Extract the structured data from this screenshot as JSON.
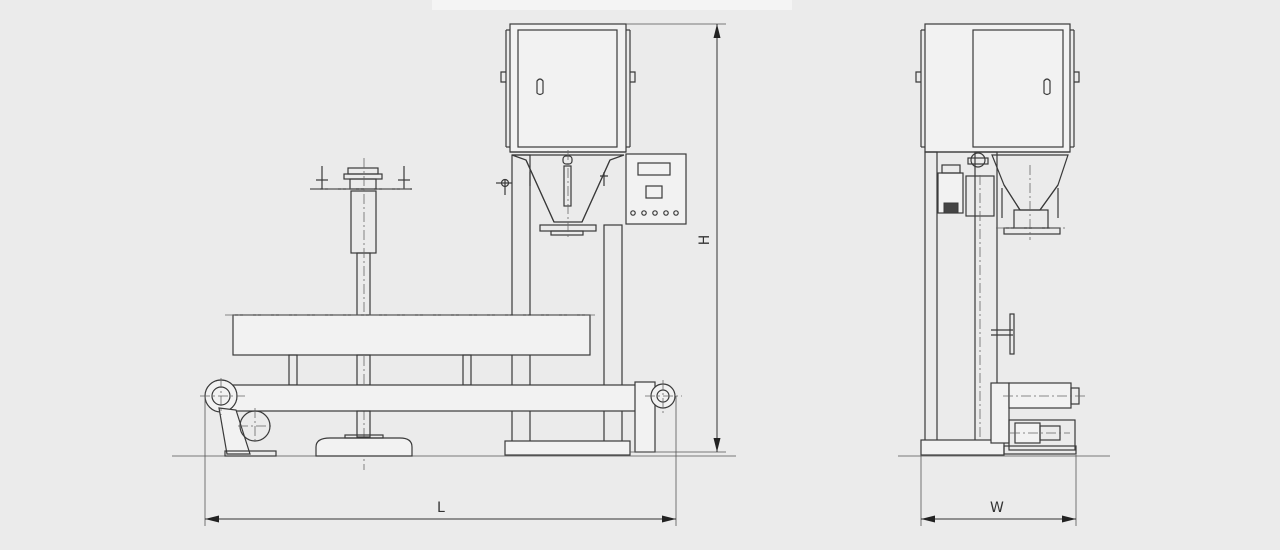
{
  "dimensions": {
    "length_label": "L",
    "height_label": "H",
    "width_label": "W"
  }
}
